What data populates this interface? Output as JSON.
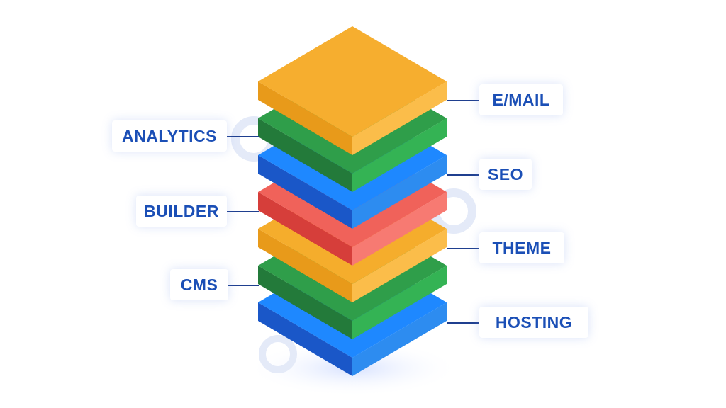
{
  "diagram": {
    "labels_left": [
      {
        "text": "ANALYTICS"
      },
      {
        "text": "BUILDER"
      },
      {
        "text": "CMS"
      }
    ],
    "labels_right": [
      {
        "text": "E/MAIL"
      },
      {
        "text": "SEO"
      },
      {
        "text": "THEME"
      },
      {
        "text": "HOSTING"
      }
    ],
    "layers": [
      {
        "name": "hosting",
        "top": "#1e88ff",
        "left": "#1a57c8",
        "right": "#2d8cf0"
      },
      {
        "name": "cms",
        "top": "#2f9e4a",
        "left": "#237a3a",
        "right": "#34b354"
      },
      {
        "name": "theme",
        "top": "#f5ad2c",
        "left": "#e89a1a",
        "right": "#fbbd4a"
      },
      {
        "name": "builder",
        "top": "#f0625a",
        "left": "#d63e3a",
        "right": "#f77a72"
      },
      {
        "name": "seo",
        "top": "#1e88ff",
        "left": "#1a57c8",
        "right": "#2d8cf0"
      },
      {
        "name": "analytics",
        "top": "#2f9e4a",
        "left": "#237a3a",
        "right": "#34b354"
      },
      {
        "name": "email",
        "top": "#f6ae2f",
        "left": "#e89a1a",
        "right": "#fbbd4a"
      }
    ]
  }
}
